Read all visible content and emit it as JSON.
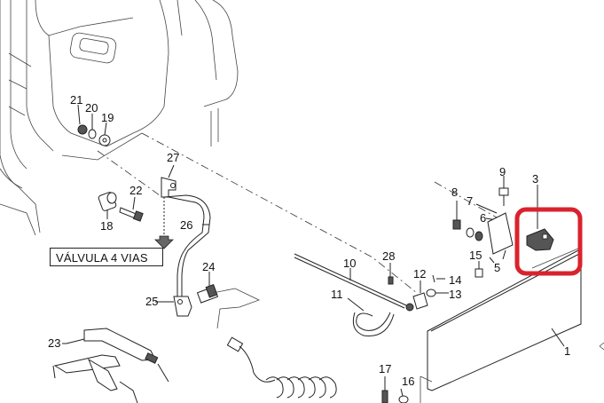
{
  "callouts": [
    "1",
    "3",
    "5",
    "6",
    "7",
    "8",
    "9",
    "10",
    "11",
    "12",
    "13",
    "14",
    "15",
    "16",
    "17",
    "18",
    "19",
    "20",
    "21",
    "22",
    "23",
    "24",
    "25",
    "26",
    "27",
    "28"
  ],
  "valve_label": "VÁLVULA 4 VIAS",
  "highlight_color": "#d9232e"
}
